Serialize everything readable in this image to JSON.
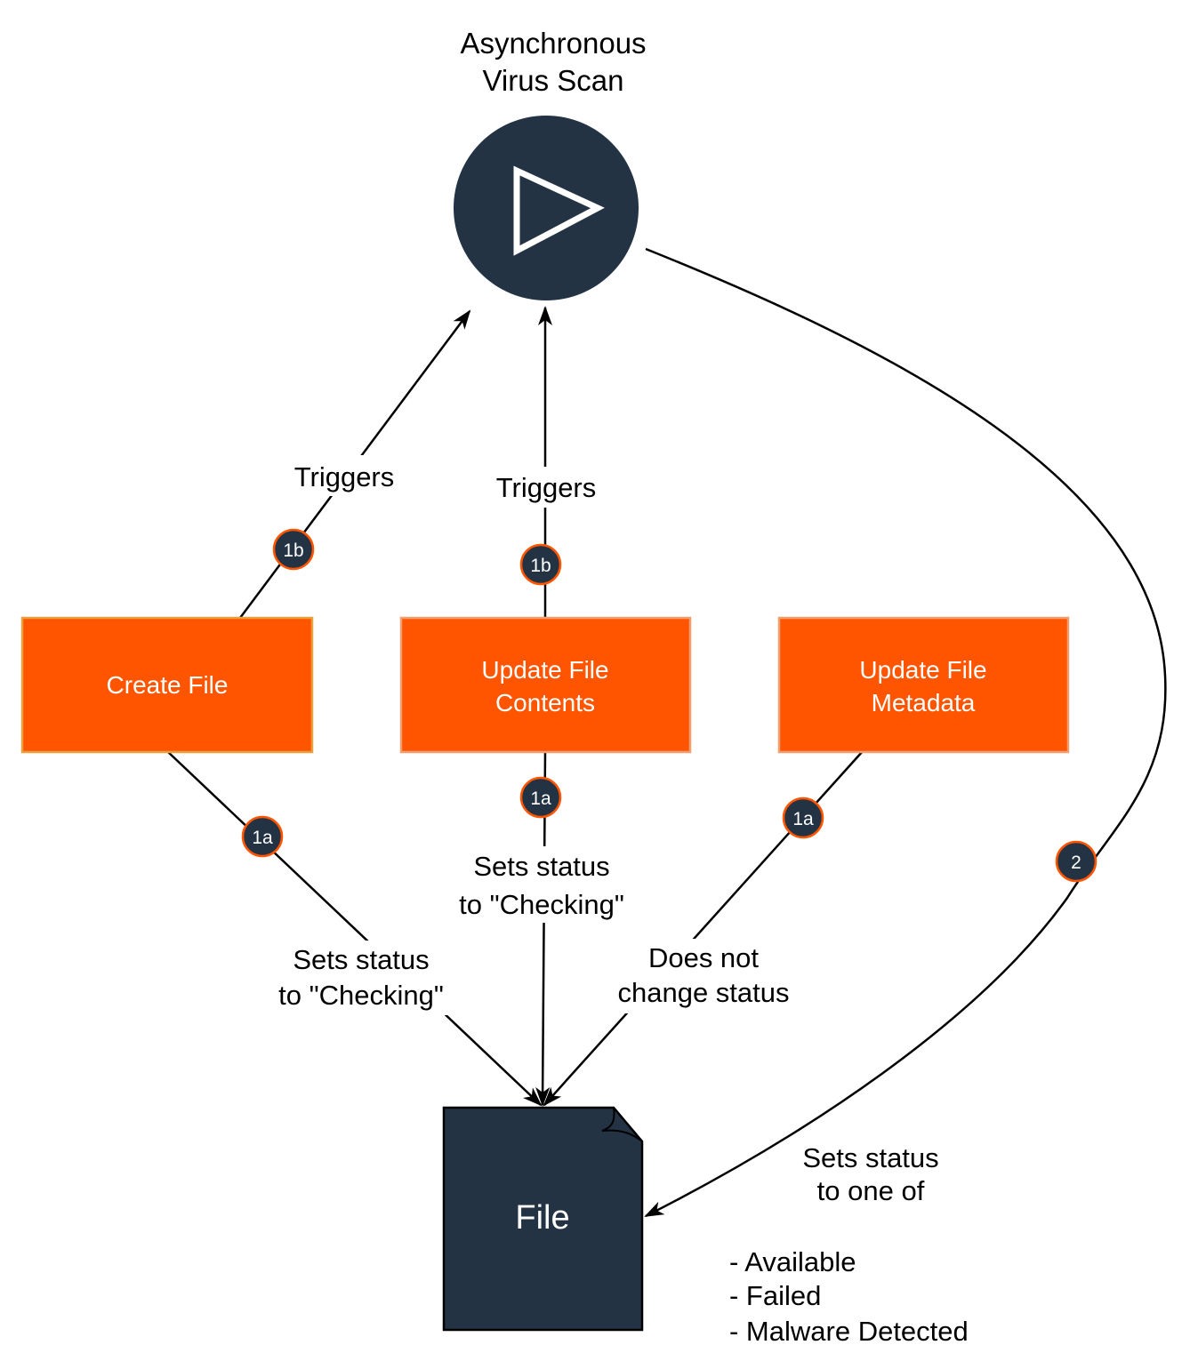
{
  "scan": {
    "title_line1": "Asynchronous",
    "title_line2": "Virus Scan"
  },
  "boxes": {
    "create_file": "Create File",
    "update_contents_line1": "Update File",
    "update_contents_line2": "Contents",
    "update_metadata_line1": "Update File",
    "update_metadata_line2": "Metadata"
  },
  "file": {
    "label": "File"
  },
  "edges": {
    "triggers_left": "Triggers",
    "triggers_mid": "Triggers",
    "sets_status_left_line1": "Sets status",
    "sets_status_left_line2": "to \"Checking\"",
    "sets_status_mid_line1": "Sets status",
    "sets_status_mid_line2": "to \"Checking\"",
    "no_change_line1": "Does not",
    "no_change_line2": "change status",
    "result_line1": "Sets status",
    "result_line2": "to one of"
  },
  "status_options": [
    "- Available",
    "- Failed",
    "- Malware Detected"
  ],
  "badges": {
    "create_trigger": "1b",
    "update_trigger": "1b",
    "create_status": "1a",
    "update_status": "1a",
    "metadata_status": "1a",
    "result": "2"
  },
  "colors": {
    "dark_navy": "#233344",
    "orange": "#ff5500",
    "box_border": "#e8a040",
    "badge_border": "#ff5500"
  }
}
